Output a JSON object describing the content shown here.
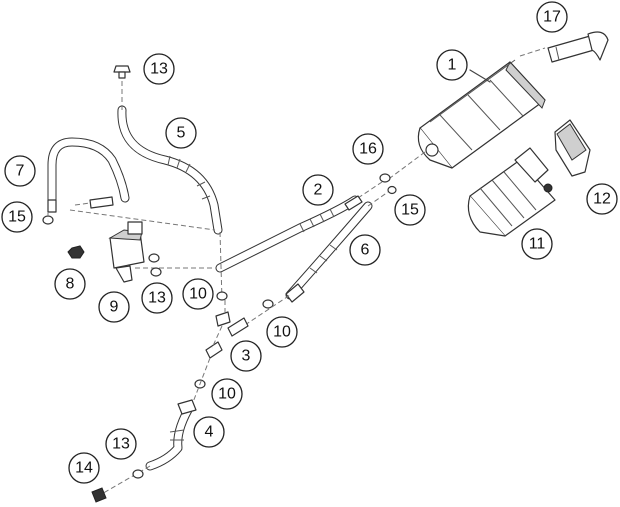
{
  "callouts": [
    {
      "id": "c1",
      "label": "1"
    },
    {
      "id": "c2",
      "label": "2"
    },
    {
      "id": "c3",
      "label": "3"
    },
    {
      "id": "c4",
      "label": "4"
    },
    {
      "id": "c5",
      "label": "5"
    },
    {
      "id": "c6",
      "label": "6"
    },
    {
      "id": "c7",
      "label": "7"
    },
    {
      "id": "c8",
      "label": "8"
    },
    {
      "id": "c9",
      "label": "9"
    },
    {
      "id": "c10a",
      "label": "10"
    },
    {
      "id": "c10b",
      "label": "10"
    },
    {
      "id": "c10c",
      "label": "10"
    },
    {
      "id": "c11",
      "label": "11"
    },
    {
      "id": "c12",
      "label": "12"
    },
    {
      "id": "c13a",
      "label": "13"
    },
    {
      "id": "c13b",
      "label": "13"
    },
    {
      "id": "c13c",
      "label": "13"
    },
    {
      "id": "c14",
      "label": "14"
    },
    {
      "id": "c15a",
      "label": "15"
    },
    {
      "id": "c15b",
      "label": "15"
    },
    {
      "id": "c16",
      "label": "16"
    },
    {
      "id": "c17",
      "label": "17"
    }
  ]
}
